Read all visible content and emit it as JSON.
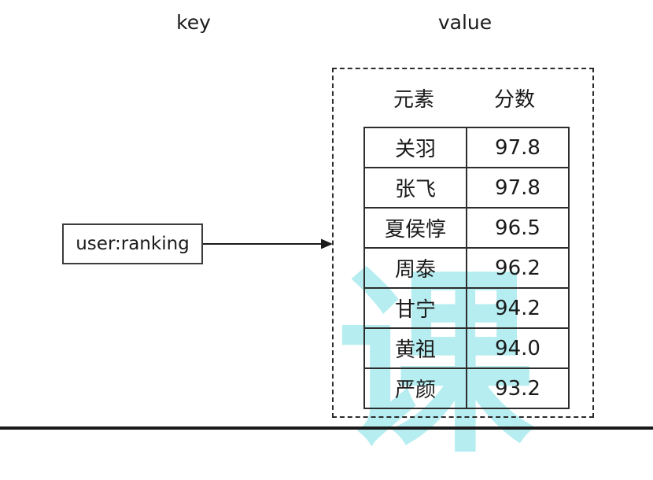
{
  "header": {
    "key_label": "key",
    "value_label": "value"
  },
  "key_box": {
    "label": "user:ranking"
  },
  "value_panel": {
    "table": {
      "columns": [
        "元素",
        "分数"
      ],
      "rows": [
        {
          "member": "关羽",
          "score": "97.8"
        },
        {
          "member": "张飞",
          "score": "97.8"
        },
        {
          "member": "夏侯惇",
          "score": "96.5"
        },
        {
          "member": "周泰",
          "score": "96.2"
        },
        {
          "member": "甘宁",
          "score": "94.2"
        },
        {
          "member": "黄祖",
          "score": "94.0"
        },
        {
          "member": "严颜",
          "score": "93.2"
        }
      ]
    }
  },
  "watermark": {
    "text": "课",
    "color": "#b5edf0"
  },
  "colors": {
    "text": "#1a1a1a",
    "table_border": "#2d2d2d",
    "dashed_border": "#2c2c2c",
    "bottom_bar": "#191919"
  }
}
